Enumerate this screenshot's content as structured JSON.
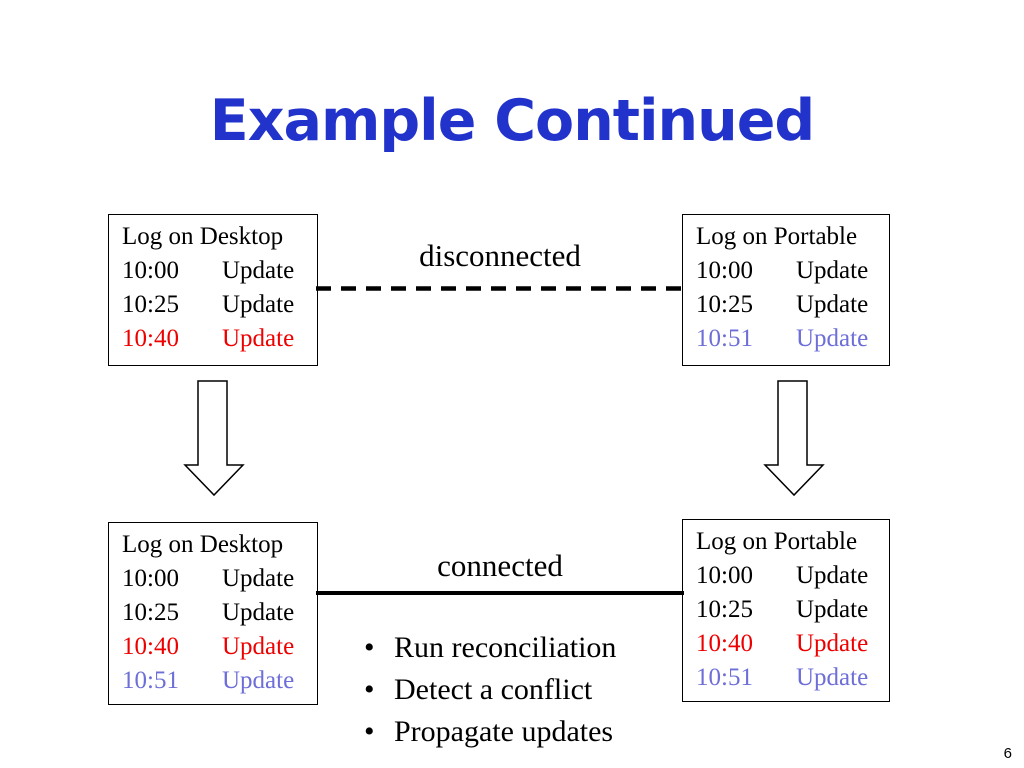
{
  "slide": {
    "title": "Example Continued",
    "page_number": "6"
  },
  "colors": {
    "title_blue": "#2233CC",
    "black": "#000000",
    "red": "#EE0000",
    "purple": "#6E6ED8"
  },
  "links": {
    "disconnected_label": "disconnected",
    "connected_label": "connected"
  },
  "boxes": {
    "top_left": {
      "title": "Log on Desktop",
      "entries": [
        {
          "time": "10:00",
          "action": "Update",
          "color": "#000000"
        },
        {
          "time": "10:25",
          "action": "Update",
          "color": "#000000"
        },
        {
          "time": "10:40",
          "action": "Update",
          "color": "#EE0000"
        }
      ]
    },
    "top_right": {
      "title": "Log on Portable",
      "entries": [
        {
          "time": "10:00",
          "action": "Update",
          "color": "#000000"
        },
        {
          "time": "10:25",
          "action": "Update",
          "color": "#000000"
        },
        {
          "time": "10:51",
          "action": "Update",
          "color": "#6E6ED8"
        }
      ]
    },
    "bottom_left": {
      "title": "Log on Desktop",
      "entries": [
        {
          "time": "10:00",
          "action": "Update",
          "color": "#000000"
        },
        {
          "time": "10:25",
          "action": "Update",
          "color": "#000000"
        },
        {
          "time": "10:40",
          "action": "Update",
          "color": "#EE0000"
        },
        {
          "time": "10:51",
          "action": "Update",
          "color": "#6E6ED8"
        }
      ]
    },
    "bottom_right": {
      "title": "Log on Portable",
      "entries": [
        {
          "time": "10:00",
          "action": "Update",
          "color": "#000000"
        },
        {
          "time": "10:25",
          "action": "Update",
          "color": "#000000"
        },
        {
          "time": "10:40",
          "action": "Update",
          "color": "#EE0000"
        },
        {
          "time": "10:51",
          "action": "Update",
          "color": "#6E6ED8"
        }
      ]
    }
  },
  "bullets": {
    "marker": "•",
    "items": [
      "Run reconciliation",
      "Detect a conflict",
      "Propagate updates"
    ]
  }
}
